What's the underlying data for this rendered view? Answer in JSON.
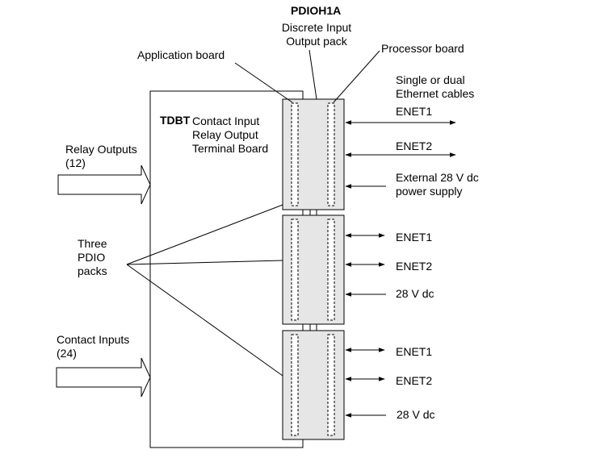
{
  "title": "PDIOH1A",
  "pack_label": [
    "Discrete Input",
    "Output pack"
  ],
  "application_board": "Application board",
  "processor_board": "Processor board",
  "ethernet_cables": [
    "Single or dual",
    "Ethernet cables"
  ],
  "terminal_board": {
    "code": "TDBT",
    "lines": [
      "Contact Input",
      "Relay Output",
      "Terminal Board"
    ]
  },
  "relay_outputs": [
    "Relay Outputs",
    "(12)"
  ],
  "contact_inputs": [
    "Contact Inputs",
    "(24)"
  ],
  "three_packs": [
    "Three",
    "PDIO",
    "packs"
  ],
  "pack1": {
    "enet1": "ENET1",
    "enet2": "ENET2",
    "power": [
      "External 28 V dc",
      "power supply"
    ]
  },
  "pack2": {
    "enet1": "ENET1",
    "enet2": "ENET2",
    "power": "28 V dc"
  },
  "pack3": {
    "enet1": "ENET1",
    "enet2": "ENET2",
    "power": "28 V dc"
  },
  "colors": {
    "line": "#000000",
    "pack_fill": "#e6e6e6",
    "background": "#ffffff"
  }
}
